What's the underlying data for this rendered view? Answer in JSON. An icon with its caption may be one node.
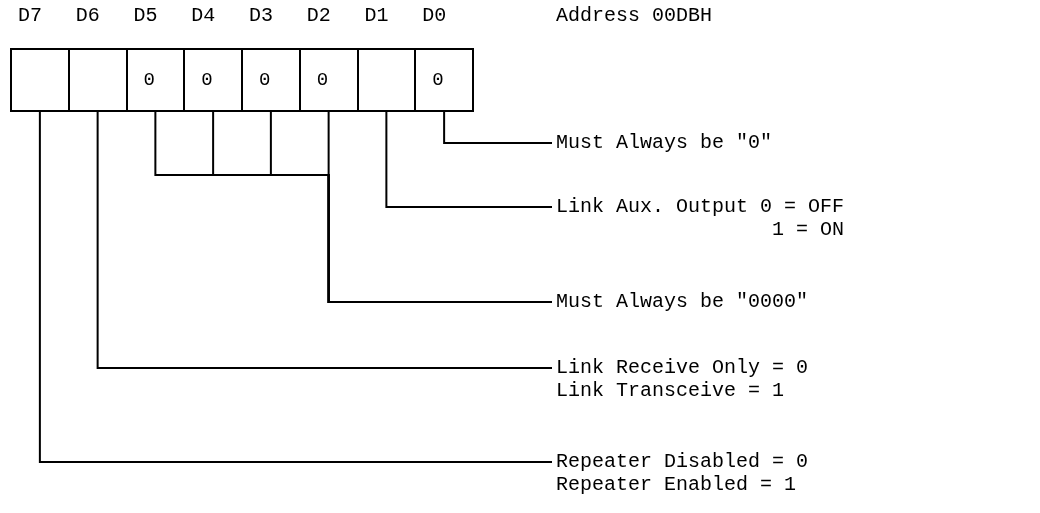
{
  "diagram": {
    "nodes": [
      {
        "text": [],
        "shape": "box"
      },
      {
        "text": [],
        "shape": "box"
      },
      {
        "text": [
          "0"
        ]
      },
      {
        "text": [
          "0"
        ]
      },
      {
        "text": [
          "0"
        ]
      },
      {
        "text": [
          "0"
        ]
      },
      {
        "text": [],
        "shape": "box"
      },
      {
        "text": [
          "0"
        ]
      },
      {
        "text": [
          "Must Always be \"0\""
        ]
      },
      {
        "text": [
          "Link Aux. Output 0 = OFF",
          "1 = ON"
        ]
      },
      {
        "text": [
          "Must Always be \"0000\""
        ]
      },
      {
        "text": [
          "Link Receive Only = 0",
          "Link Transceive = 1"
        ]
      },
      {
        "text": [
          "Repeater Disabled = 0",
          "Repeater Enabled = 1"
        ]
      }
    ],
    "edges": [
      {
        "from": 7,
        "to": 8,
        "arrow": "none"
      },
      {
        "from": 6,
        "to": 9,
        "arrow": "none"
      },
      {
        "from": 5,
        "to": 10,
        "arrow": "none"
      },
      {
        "from": 4,
        "to": 10,
        "arrow": "none"
      },
      {
        "from": 3,
        "to": 10,
        "arrow": "none"
      },
      {
        "from": 2,
        "to": 10,
        "arrow": "none"
      },
      {
        "from": 1,
        "to": 11,
        "arrow": "none"
      },
      {
        "from": 0,
        "to": 12,
        "arrow": "none"
      }
    ],
    "labels": [
      "D7",
      "D6",
      "D5",
      "D4",
      "D3",
      "D2",
      "D1",
      "D0",
      "Address 00DBH"
    ]
  }
}
